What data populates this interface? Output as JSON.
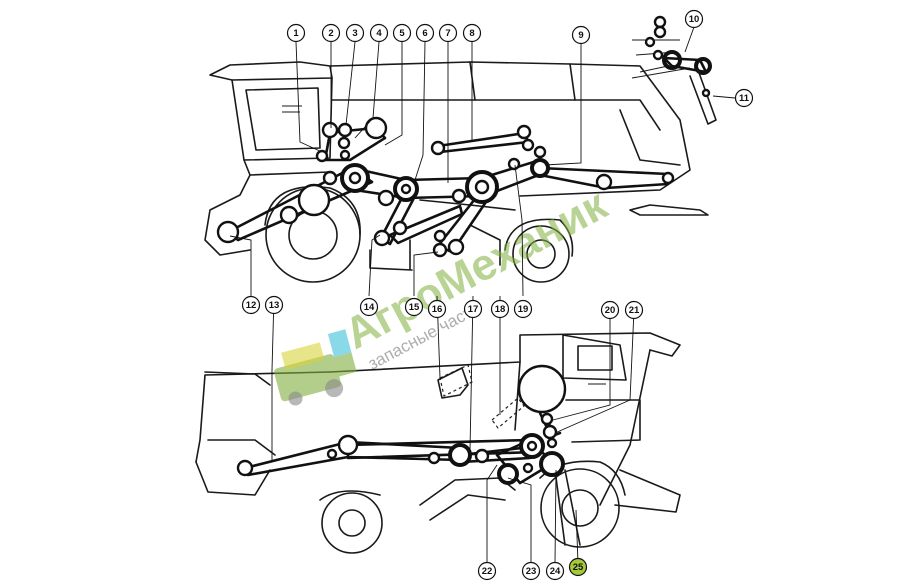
{
  "diagram": {
    "callouts": [
      {
        "n": "1"
      },
      {
        "n": "2"
      },
      {
        "n": "3"
      },
      {
        "n": "4"
      },
      {
        "n": "5"
      },
      {
        "n": "6"
      },
      {
        "n": "7"
      },
      {
        "n": "8"
      },
      {
        "n": "9"
      },
      {
        "n": "10"
      },
      {
        "n": "11"
      },
      {
        "n": "12"
      },
      {
        "n": "13"
      },
      {
        "n": "14"
      },
      {
        "n": "15"
      },
      {
        "n": "16"
      },
      {
        "n": "17"
      },
      {
        "n": "18"
      },
      {
        "n": "19"
      },
      {
        "n": "20"
      },
      {
        "n": "21"
      },
      {
        "n": "22"
      },
      {
        "n": "23"
      },
      {
        "n": "24"
      },
      {
        "n": "25",
        "highlight": true
      }
    ]
  },
  "watermark": {
    "brand": "АгроМеханик",
    "tagline": "запасные части",
    "colors": {
      "green": "#7fae3c",
      "yellow": "#d8d23a",
      "cyan": "#3cc0d8"
    }
  },
  "colors": {
    "line": "#111111",
    "highlight": "#a6c93a"
  }
}
